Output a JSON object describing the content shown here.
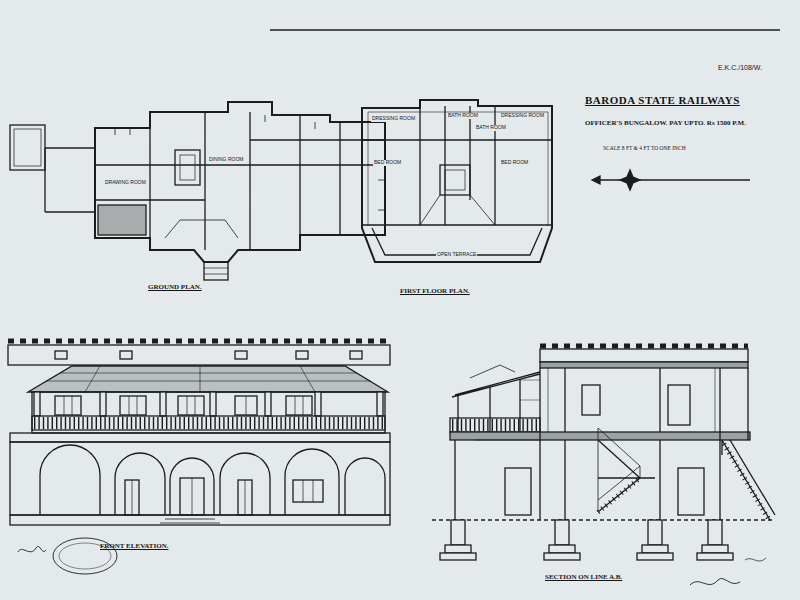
{
  "diagram": {
    "title": "BARODA STATE RAILWAYS",
    "labels": [
      "E.K.C./108/W.",
      "OFFICER'S BUNGALOW. PAY UPTO. Rs 1500 P.M.",
      "SCALE 8 FT & 4 FT TO ONE INCH",
      "GROUND PLAN.",
      "FIRST FLOOR PLAN.",
      "FRONT ELEVATION.",
      "SECTION ON LINE A.B.",
      "DRAWING ROOM",
      "DINING ROOM",
      "BATH ROOM",
      "BATH ROOM",
      "DRESSING ROOM",
      "DRESSING ROOM",
      "BED ROOM",
      "BED ROOM",
      "OPEN TERRACE"
    ]
  }
}
